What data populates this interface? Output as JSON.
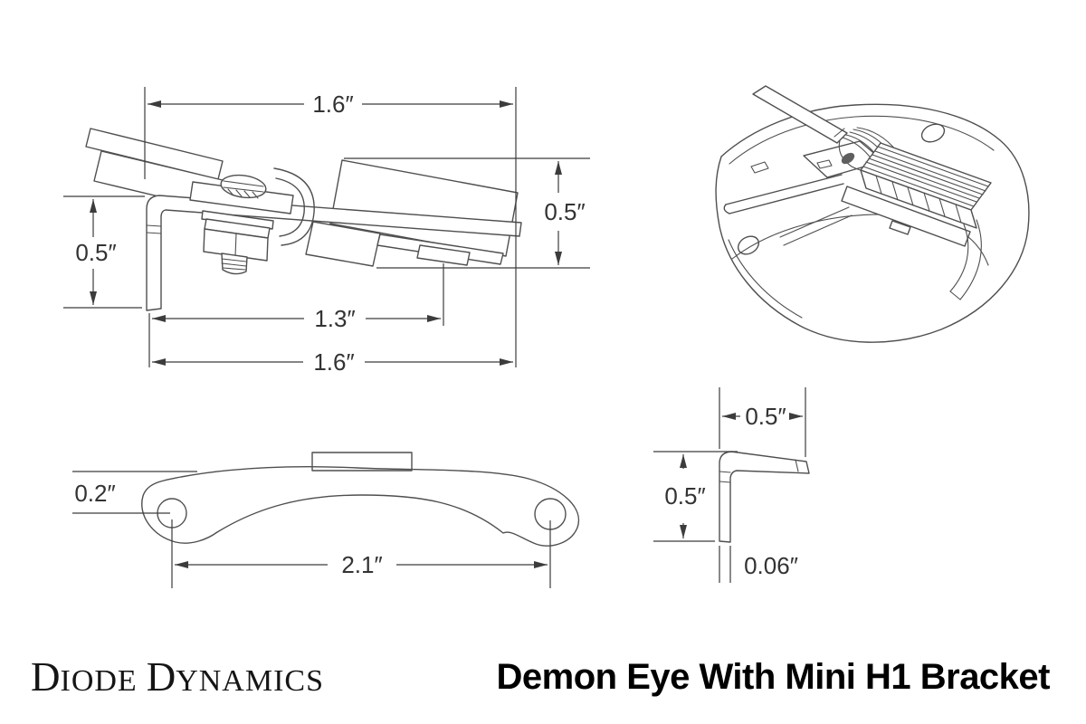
{
  "footer": {
    "brand": "Diode Dynamics",
    "brand_parts": {
      "d1": "D",
      "rest1": "IODE",
      "d2": "D",
      "rest2": "YNAMICS"
    },
    "title": "Demon Eye With Mini H1 Bracket"
  },
  "views": {
    "side": {
      "dims": {
        "top_width": "1.6″",
        "right_height": "0.5″",
        "left_height": "0.5″",
        "inner_width": "1.3″",
        "bottom_width": "1.6″"
      }
    },
    "plate": {
      "dims": {
        "hole_offset": "0.2″",
        "hole_span": "2.1″"
      }
    },
    "l_profile": {
      "dims": {
        "width": "0.5″",
        "height": "0.5″",
        "thickness": "0.06″"
      }
    }
  },
  "colors": {
    "line": "#4f4f4f",
    "dimension": "#3c3c3c",
    "text": "#333333",
    "title": "#000000"
  }
}
